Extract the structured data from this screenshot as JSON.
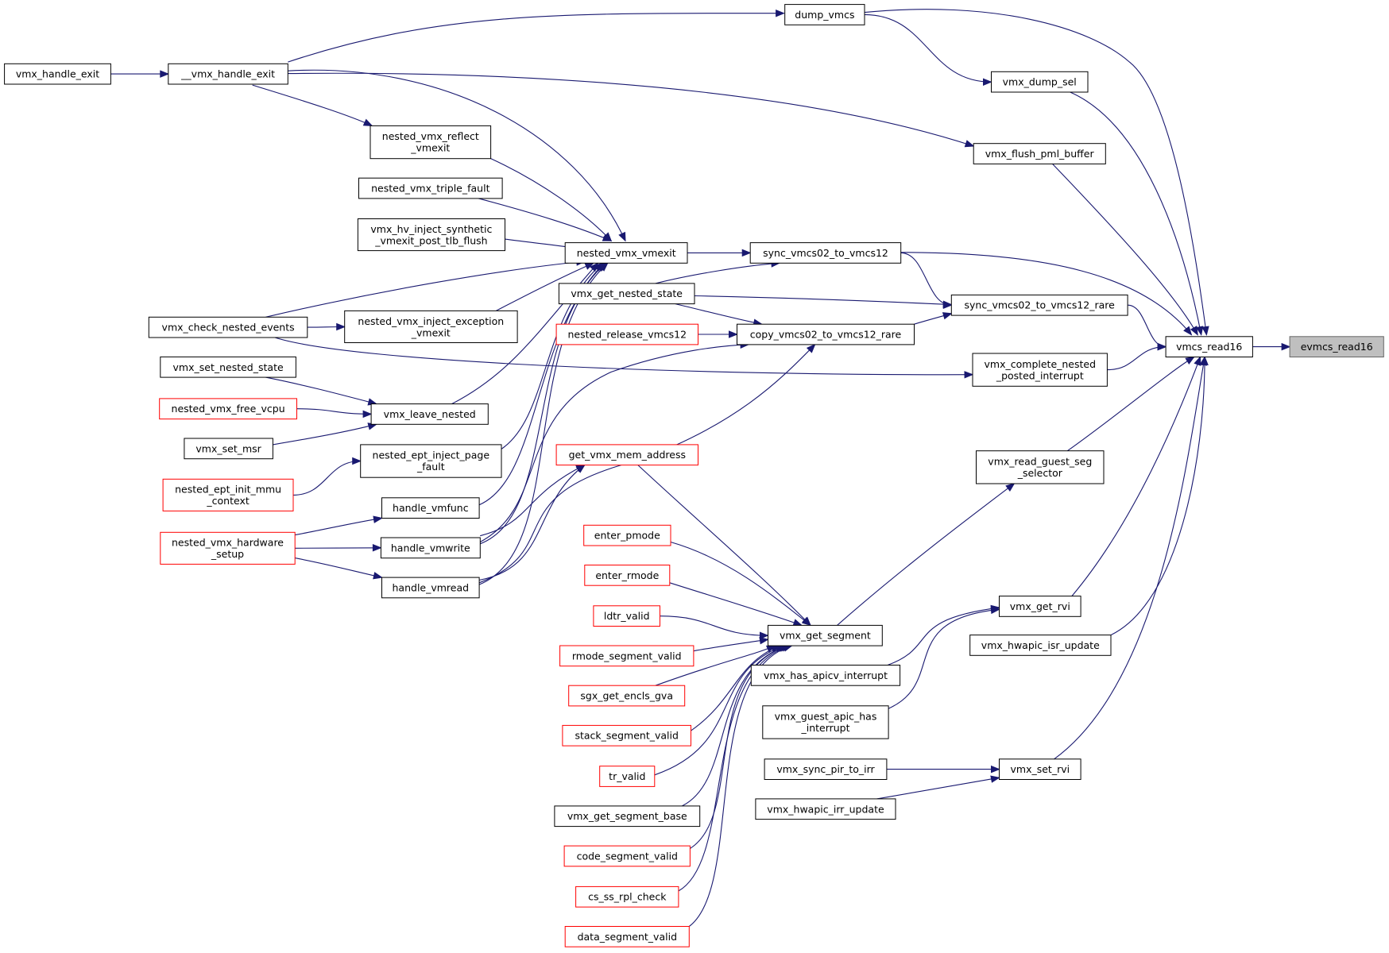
{
  "graph": {
    "colors": {
      "edge": "#191970",
      "node_border": "#000000",
      "incomplete_border": "#ff0000",
      "root_fill": "#bfbfbf",
      "root_border": "#666666"
    },
    "nodes": [
      {
        "id": "evmcs_read16",
        "lines": [
          "evmcs_read16"
        ],
        "style": "root"
      },
      {
        "id": "vmcs_read16",
        "lines": [
          "vmcs_read16"
        ],
        "style": "normal"
      },
      {
        "id": "dump_vmcs",
        "lines": [
          "dump_vmcs"
        ],
        "style": "normal"
      },
      {
        "id": "vmx_dump_sel",
        "lines": [
          "vmx_dump_sel"
        ],
        "style": "normal"
      },
      {
        "id": "vmx_flush_pml_buffer",
        "lines": [
          "vmx_flush_pml_buffer"
        ],
        "style": "normal"
      },
      {
        "id": "sync_vmcs02_to_vmcs12",
        "lines": [
          "sync_vmcs02_to_vmcs12"
        ],
        "style": "normal"
      },
      {
        "id": "sync_vmcs02_to_vmcs12_rare",
        "lines": [
          "sync_vmcs02_to_vmcs12_rare"
        ],
        "style": "normal"
      },
      {
        "id": "vmx_complete_nested_posted_interrupt",
        "lines": [
          "vmx_complete_nested",
          "_posted_interrupt"
        ],
        "style": "normal"
      },
      {
        "id": "vmx_read_guest_seg_selector",
        "lines": [
          "vmx_read_guest_seg",
          "_selector"
        ],
        "style": "normal"
      },
      {
        "id": "vmx_get_rvi",
        "lines": [
          "vmx_get_rvi"
        ],
        "style": "normal"
      },
      {
        "id": "vmx_hwapic_isr_update",
        "lines": [
          "vmx_hwapic_isr_update"
        ],
        "style": "normal"
      },
      {
        "id": "vmx_set_rvi",
        "lines": [
          "vmx_set_rvi"
        ],
        "style": "normal"
      },
      {
        "id": "vmx_handle_exit_inner",
        "lines": [
          "__vmx_handle_exit"
        ],
        "style": "normal"
      },
      {
        "id": "vmx_handle_exit",
        "lines": [
          "vmx_handle_exit"
        ],
        "style": "normal"
      },
      {
        "id": "nested_vmx_vmexit",
        "lines": [
          "nested_vmx_vmexit"
        ],
        "style": "normal"
      },
      {
        "id": "copy_vmcs02_to_vmcs12_rare",
        "lines": [
          "copy_vmcs02_to_vmcs12_rare"
        ],
        "style": "normal"
      },
      {
        "id": "vmx_get_nested_state",
        "lines": [
          "vmx_get_nested_state"
        ],
        "style": "normal"
      },
      {
        "id": "nested_release_vmcs12",
        "lines": [
          "nested_release_vmcs12"
        ],
        "style": "incomplete"
      },
      {
        "id": "nested_vmx_reflect_vmexit",
        "lines": [
          "nested_vmx_reflect",
          "_vmexit"
        ],
        "style": "normal"
      },
      {
        "id": "nested_vmx_triple_fault",
        "lines": [
          "nested_vmx_triple_fault"
        ],
        "style": "normal"
      },
      {
        "id": "vmx_hv_inject_synthetic_vmexit_post_tlb_flush",
        "lines": [
          "vmx_hv_inject_synthetic",
          "_vmexit_post_tlb_flush"
        ],
        "style": "normal"
      },
      {
        "id": "vmx_check_nested_events",
        "lines": [
          "vmx_check_nested_events"
        ],
        "style": "normal"
      },
      {
        "id": "nested_vmx_inject_exception_vmexit",
        "lines": [
          "nested_vmx_inject_exception",
          "_vmexit"
        ],
        "style": "normal"
      },
      {
        "id": "vmx_set_nested_state",
        "lines": [
          "vmx_set_nested_state"
        ],
        "style": "normal"
      },
      {
        "id": "nested_vmx_free_vcpu",
        "lines": [
          "nested_vmx_free_vcpu"
        ],
        "style": "incomplete"
      },
      {
        "id": "vmx_set_msr",
        "lines": [
          "vmx_set_msr"
        ],
        "style": "normal"
      },
      {
        "id": "vmx_leave_nested",
        "lines": [
          "vmx_leave_nested"
        ],
        "style": "normal"
      },
      {
        "id": "nested_ept_inject_page_fault",
        "lines": [
          "nested_ept_inject_page",
          "_fault"
        ],
        "style": "normal"
      },
      {
        "id": "nested_ept_init_mmu_context",
        "lines": [
          "nested_ept_init_mmu",
          "_context"
        ],
        "style": "incomplete"
      },
      {
        "id": "handle_vmfunc",
        "lines": [
          "handle_vmfunc"
        ],
        "style": "normal"
      },
      {
        "id": "nested_vmx_hardware_setup",
        "lines": [
          "nested_vmx_hardware",
          "_setup"
        ],
        "style": "incomplete"
      },
      {
        "id": "handle_vmwrite",
        "lines": [
          "handle_vmwrite"
        ],
        "style": "normal"
      },
      {
        "id": "handle_vmread",
        "lines": [
          "handle_vmread"
        ],
        "style": "normal"
      },
      {
        "id": "get_vmx_mem_address",
        "lines": [
          "get_vmx_mem_address"
        ],
        "style": "incomplete"
      },
      {
        "id": "enter_pmode",
        "lines": [
          "enter_pmode"
        ],
        "style": "incomplete"
      },
      {
        "id": "enter_rmode",
        "lines": [
          "enter_rmode"
        ],
        "style": "incomplete"
      },
      {
        "id": "ldtr_valid",
        "lines": [
          "ldtr_valid"
        ],
        "style": "incomplete"
      },
      {
        "id": "rmode_segment_valid",
        "lines": [
          "rmode_segment_valid"
        ],
        "style": "incomplete"
      },
      {
        "id": "sgx_get_encls_gva",
        "lines": [
          "sgx_get_encls_gva"
        ],
        "style": "incomplete"
      },
      {
        "id": "stack_segment_valid",
        "lines": [
          "stack_segment_valid"
        ],
        "style": "incomplete"
      },
      {
        "id": "tr_valid",
        "lines": [
          "tr_valid"
        ],
        "style": "incomplete"
      },
      {
        "id": "vmx_get_segment_base",
        "lines": [
          "vmx_get_segment_base"
        ],
        "style": "normal"
      },
      {
        "id": "code_segment_valid",
        "lines": [
          "code_segment_valid"
        ],
        "style": "incomplete"
      },
      {
        "id": "cs_ss_rpl_check",
        "lines": [
          "cs_ss_rpl_check"
        ],
        "style": "incomplete"
      },
      {
        "id": "data_segment_valid",
        "lines": [
          "data_segment_valid"
        ],
        "style": "incomplete"
      },
      {
        "id": "vmx_get_segment",
        "lines": [
          "vmx_get_segment"
        ],
        "style": "normal"
      },
      {
        "id": "vmx_has_apicv_interrupt",
        "lines": [
          "vmx_has_apicv_interrupt"
        ],
        "style": "normal"
      },
      {
        "id": "vmx_guest_apic_has_interrupt",
        "lines": [
          "vmx_guest_apic_has",
          "_interrupt"
        ],
        "style": "normal"
      },
      {
        "id": "vmx_sync_pir_to_irr",
        "lines": [
          "vmx_sync_pir_to_irr"
        ],
        "style": "normal"
      },
      {
        "id": "vmx_hwapic_irr_update",
        "lines": [
          "vmx_hwapic_irr_update"
        ],
        "style": "normal"
      }
    ],
    "edges": [
      {
        "from": "vmcs_read16",
        "to": "evmcs_read16"
      },
      {
        "from": "dump_vmcs",
        "to": "vmcs_read16"
      },
      {
        "from": "vmx_dump_sel",
        "to": "vmcs_read16"
      },
      {
        "from": "vmx_flush_pml_buffer",
        "to": "vmcs_read16"
      },
      {
        "from": "sync_vmcs02_to_vmcs12",
        "to": "vmcs_read16"
      },
      {
        "from": "sync_vmcs02_to_vmcs12_rare",
        "to": "vmcs_read16"
      },
      {
        "from": "vmx_complete_nested_posted_interrupt",
        "to": "vmcs_read16"
      },
      {
        "from": "vmx_read_guest_seg_selector",
        "to": "vmcs_read16"
      },
      {
        "from": "vmx_get_rvi",
        "to": "vmcs_read16"
      },
      {
        "from": "vmx_hwapic_isr_update",
        "to": "vmcs_read16"
      },
      {
        "from": "vmx_set_rvi",
        "to": "vmcs_read16"
      },
      {
        "from": "vmx_handle_exit_inner",
        "to": "dump_vmcs"
      },
      {
        "from": "dump_vmcs",
        "to": "vmx_dump_sel"
      },
      {
        "from": "vmx_handle_exit",
        "to": "vmx_handle_exit_inner"
      },
      {
        "from": "vmx_handle_exit_inner",
        "to": "vmx_flush_pml_buffer"
      },
      {
        "from": "vmx_handle_exit_inner",
        "to": "nested_vmx_reflect_vmexit"
      },
      {
        "from": "vmx_handle_exit_inner",
        "to": "nested_vmx_vmexit"
      },
      {
        "from": "nested_vmx_vmexit",
        "to": "sync_vmcs02_to_vmcs12"
      },
      {
        "from": "vmx_get_nested_state",
        "to": "sync_vmcs02_to_vmcs12"
      },
      {
        "from": "sync_vmcs02_to_vmcs12",
        "to": "sync_vmcs02_to_vmcs12_rare"
      },
      {
        "from": "vmx_get_nested_state",
        "to": "sync_vmcs02_to_vmcs12_rare"
      },
      {
        "from": "copy_vmcs02_to_vmcs12_rare",
        "to": "sync_vmcs02_to_vmcs12_rare"
      },
      {
        "from": "vmx_get_nested_state",
        "to": "copy_vmcs02_to_vmcs12_rare"
      },
      {
        "from": "nested_release_vmcs12",
        "to": "copy_vmcs02_to_vmcs12_rare"
      },
      {
        "from": "handle_vmwrite",
        "to": "copy_vmcs02_to_vmcs12_rare"
      },
      {
        "from": "handle_vmread",
        "to": "copy_vmcs02_to_vmcs12_rare"
      },
      {
        "from": "vmx_check_nested_events",
        "to": "vmx_complete_nested_posted_interrupt"
      },
      {
        "from": "nested_vmx_reflect_vmexit",
        "to": "nested_vmx_vmexit"
      },
      {
        "from": "nested_vmx_triple_fault",
        "to": "nested_vmx_vmexit"
      },
      {
        "from": "vmx_hv_inject_synthetic_vmexit_post_tlb_flush",
        "to": "nested_vmx_vmexit"
      },
      {
        "from": "vmx_check_nested_events",
        "to": "nested_vmx_vmexit"
      },
      {
        "from": "nested_vmx_inject_exception_vmexit",
        "to": "nested_vmx_vmexit"
      },
      {
        "from": "vmx_leave_nested",
        "to": "nested_vmx_vmexit"
      },
      {
        "from": "nested_ept_inject_page_fault",
        "to": "nested_vmx_vmexit"
      },
      {
        "from": "handle_vmfunc",
        "to": "nested_vmx_vmexit"
      },
      {
        "from": "handle_vmwrite",
        "to": "nested_vmx_vmexit"
      },
      {
        "from": "handle_vmread",
        "to": "nested_vmx_vmexit"
      },
      {
        "from": "vmx_check_nested_events",
        "to": "nested_vmx_inject_exception_vmexit"
      },
      {
        "from": "vmx_set_nested_state",
        "to": "vmx_leave_nested"
      },
      {
        "from": "nested_vmx_free_vcpu",
        "to": "vmx_leave_nested"
      },
      {
        "from": "vmx_set_msr",
        "to": "vmx_leave_nested"
      },
      {
        "from": "nested_ept_init_mmu_context",
        "to": "nested_ept_inject_page_fault"
      },
      {
        "from": "nested_vmx_hardware_setup",
        "to": "handle_vmfunc"
      },
      {
        "from": "nested_vmx_hardware_setup",
        "to": "handle_vmwrite"
      },
      {
        "from": "nested_vmx_hardware_setup",
        "to": "handle_vmread"
      },
      {
        "from": "handle_vmwrite",
        "to": "get_vmx_mem_address"
      },
      {
        "from": "handle_vmread",
        "to": "get_vmx_mem_address"
      },
      {
        "from": "get_vmx_mem_address",
        "to": "vmx_get_segment"
      },
      {
        "from": "enter_pmode",
        "to": "vmx_get_segment"
      },
      {
        "from": "enter_rmode",
        "to": "vmx_get_segment"
      },
      {
        "from": "ldtr_valid",
        "to": "vmx_get_segment"
      },
      {
        "from": "rmode_segment_valid",
        "to": "vmx_get_segment"
      },
      {
        "from": "sgx_get_encls_gva",
        "to": "vmx_get_segment"
      },
      {
        "from": "stack_segment_valid",
        "to": "vmx_get_segment"
      },
      {
        "from": "tr_valid",
        "to": "vmx_get_segment"
      },
      {
        "from": "vmx_get_segment_base",
        "to": "vmx_get_segment"
      },
      {
        "from": "code_segment_valid",
        "to": "vmx_get_segment"
      },
      {
        "from": "cs_ss_rpl_check",
        "to": "vmx_get_segment"
      },
      {
        "from": "data_segment_valid",
        "to": "vmx_get_segment"
      },
      {
        "from": "vmx_get_segment",
        "to": "vmx_read_guest_seg_selector"
      },
      {
        "from": "vmx_has_apicv_interrupt",
        "to": "vmx_get_rvi"
      },
      {
        "from": "vmx_guest_apic_has_interrupt",
        "to": "vmx_get_rvi"
      },
      {
        "from": "vmx_sync_pir_to_irr",
        "to": "vmx_set_rvi"
      },
      {
        "from": "vmx_hwapic_irr_update",
        "to": "vmx_set_rvi"
      }
    ]
  }
}
